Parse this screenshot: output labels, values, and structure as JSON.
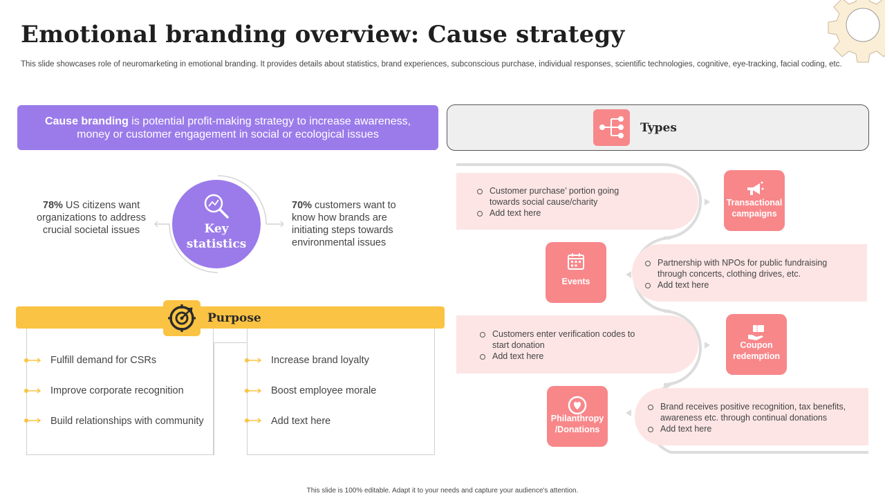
{
  "title": "Emotional branding overview: Cause strategy",
  "subtitle": "This slide showcases role of neuromarketing in emotional branding. It provides details about statistics, brand experiences, subconscious purchase, individual responses, scientific technologies, cognitive, eye-tracking, facial coding, etc.",
  "definition": {
    "bold": "Cause branding",
    "rest": " is potential profit-making strategy to increase awareness, money or customer engagement in social or ecological issues"
  },
  "key_statistics": {
    "label_line1": "Key",
    "label_line2": "statistics",
    "left_pct": "78%",
    "left_text": " US citizens want organizations to address crucial societal issues",
    "right_pct": "70%",
    "right_text": " customers want to know how brands are initiating steps towards environmental issues"
  },
  "purpose": {
    "title": "Purpose",
    "left_items": [
      "Fulfill demand for CSRs",
      "Improve corporate recognition",
      "Build relationships with community"
    ],
    "right_items": [
      "Increase brand loyalty",
      "Boost employee morale",
      "Add text here"
    ]
  },
  "types": {
    "title": "Types",
    "items": [
      {
        "label_line1": "Transactional",
        "label_line2": "campaigns",
        "bullet1": "Customer purchase’ portion going towards social cause/charity",
        "bullet2": "Add text here"
      },
      {
        "label_line1": "Events",
        "label_line2": "",
        "bullet1": "Partnership with NPOs for public fundraising through concerts, clothing drives,  etc.",
        "bullet2": "Add text here"
      },
      {
        "label_line1": "Coupon",
        "label_line2": "redemption",
        "bullet1": "Customers enter verification  codes to start donation",
        "bullet2": "Add text here"
      },
      {
        "label_line1": "Philanthropy",
        "label_line2": "/Donations",
        "bullet1": "Brand receives  positive recognition, tax benefits, awareness  etc. through continual donations",
        "bullet2": "Add text here"
      }
    ]
  },
  "footer": "This slide is 100% editable.  Adapt it to your needs and capture your audience's attention.",
  "colors": {
    "purple": "#9b7bea",
    "yellow": "#fbc343",
    "coral": "#f8878a",
    "pink_light": "#fde5e5"
  }
}
